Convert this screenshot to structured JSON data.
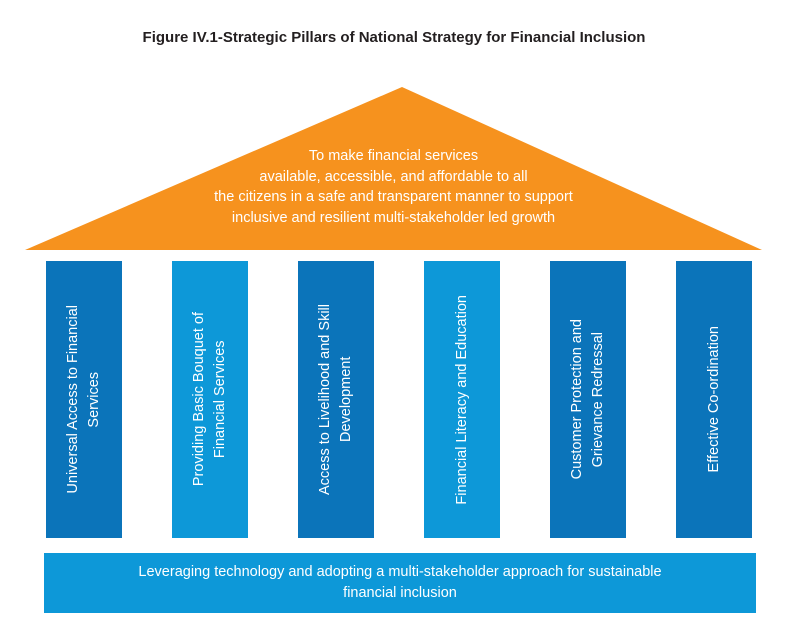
{
  "figure": {
    "title": "Figure IV.1-Strategic Pillars of National Strategy for Financial Inclusion"
  },
  "roof": {
    "text": "To make financial services\navailable, accessible, and affordable to all\nthe citizens in a safe and transparent manner to support\ninclusive and resilient multi-stakeholder led growth",
    "color": "#f6921e"
  },
  "pillars": [
    {
      "label": "Universal Access to Financial\nServices",
      "color": "#0b74ba"
    },
    {
      "label": "Providing Basic Bouquet of\nFinancial Services",
      "color": "#0d98d8"
    },
    {
      "label": "Access to Livelihood and Skill\nDevelopment",
      "color": "#0b74ba"
    },
    {
      "label": "Financial Literacy and Education",
      "color": "#0d98d8"
    },
    {
      "label": "Customer Protection and\nGrievance Redressal",
      "color": "#0b74ba"
    },
    {
      "label": "Effective Co-ordination",
      "color": "#0b74ba"
    }
  ],
  "foundation": {
    "text": "Leveraging technology and adopting a multi-stakeholder approach for sustainable\nfinancial inclusion",
    "color": "#0d98d8"
  },
  "colors": {
    "background": "#ffffff",
    "title_text": "#231f20",
    "white_text": "#ffffff",
    "roof_orange": "#f6921e",
    "pillar_dark_blue": "#0b74ba",
    "pillar_light_blue": "#0d98d8"
  }
}
